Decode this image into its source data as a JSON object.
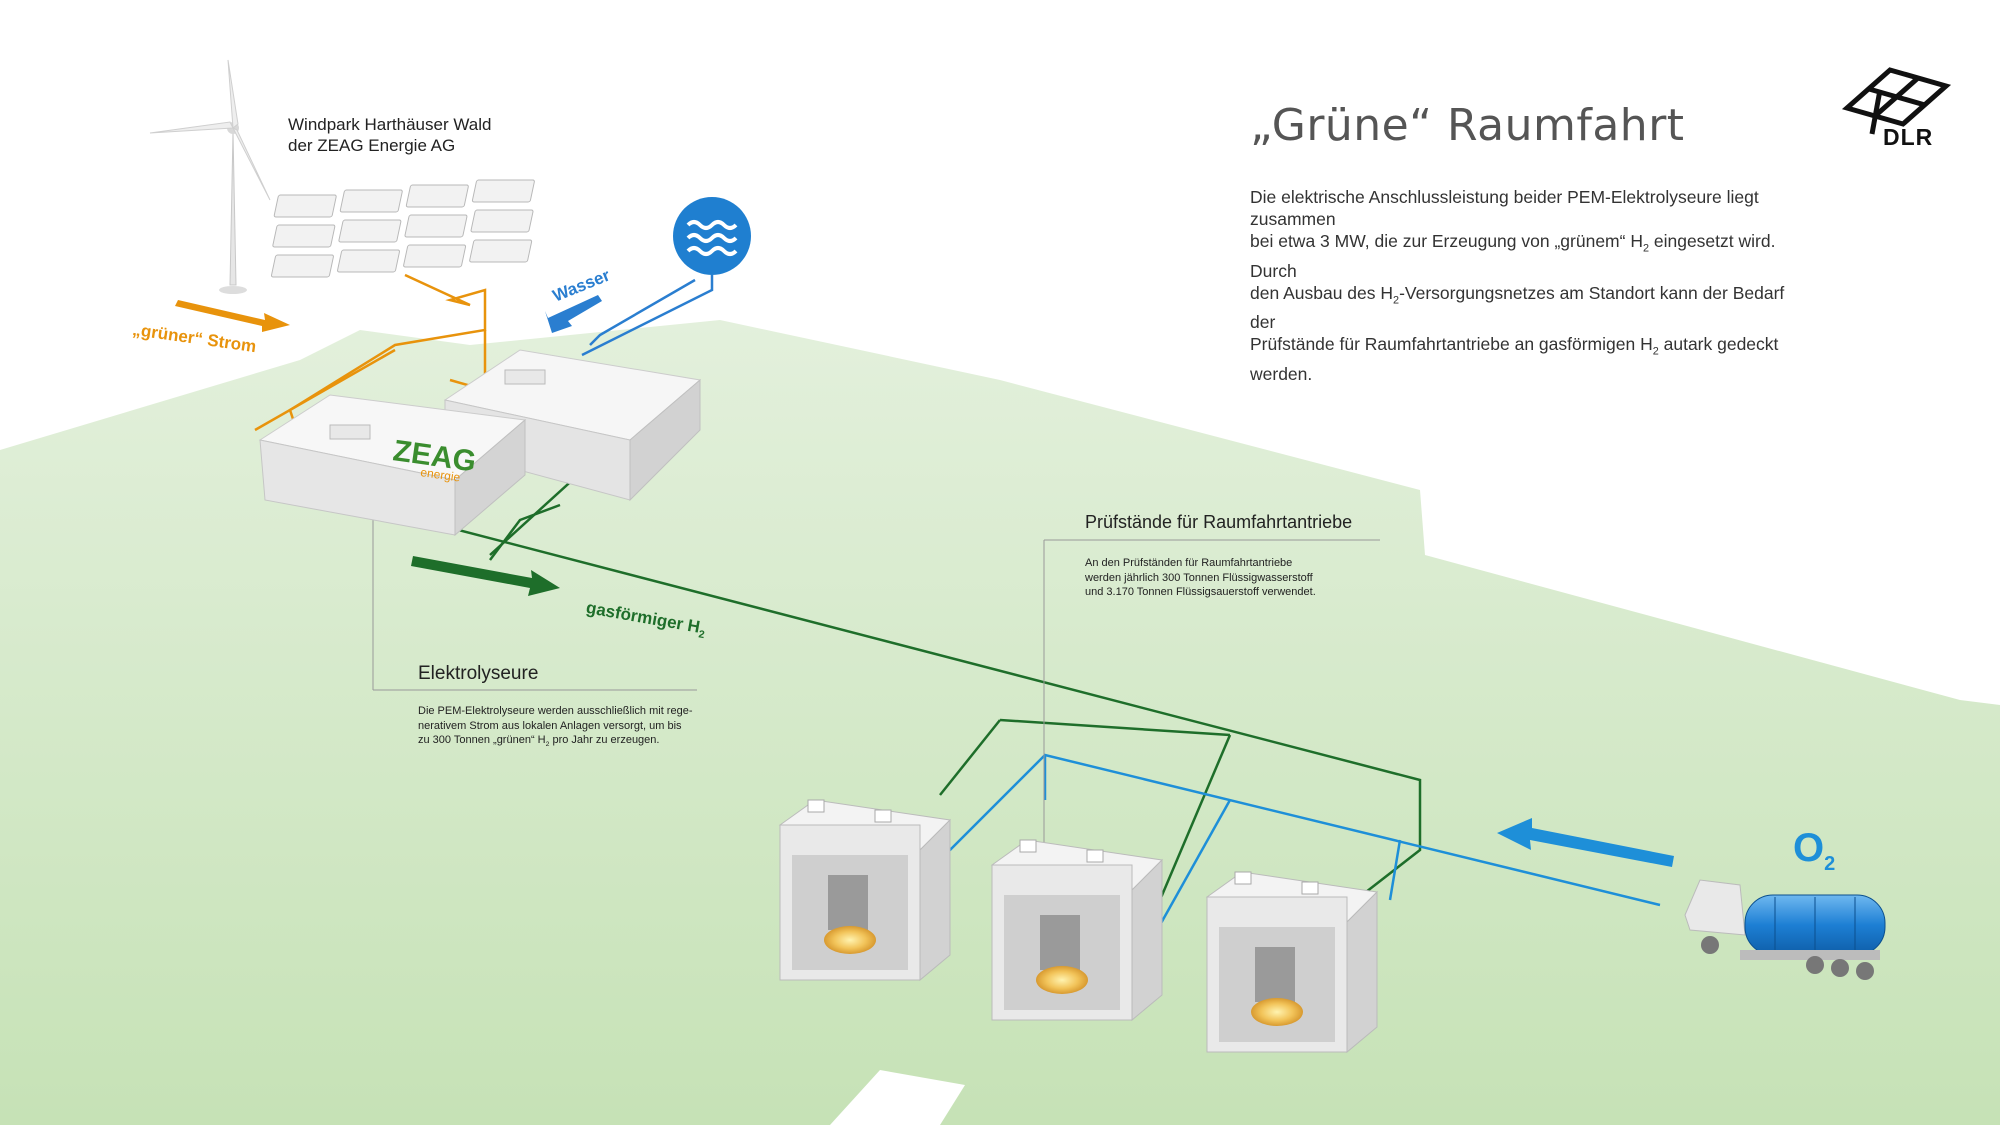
{
  "title": "„Grüne“ Raumfahrt",
  "intro": {
    "line1": "Die elektrische Anschlussleistung beider PEM-Elektrolyseure liegt zusammen",
    "line2_a": "bei etwa 3 MW, die zur Erzeugung von „grünem“ H",
    "line2_sub": "2",
    "line2_b": " eingesetzt wird. Durch",
    "line3_a": "den Ausbau des H",
    "line3_sub": "2",
    "line3_b": "-Versorgungsnetzes am Standort kann der Bedarf der",
    "line4_a": "Prüfstände für Raumfahrtantriebe an gasförmigen H",
    "line4_sub": "2",
    "line4_b": " autark gedeckt werden."
  },
  "logo": {
    "text": "DLR",
    "icon": "dlr-logo-icon"
  },
  "windpark": {
    "line1": "Windpark Harthäuser Wald",
    "line2": "der ZEAG Energie AG"
  },
  "flows": {
    "strom": "„grüner“ Strom",
    "wasser": "Wasser",
    "h2_a": "gasförmiger H",
    "h2_sub": "2",
    "o2_a": "O",
    "o2_sub": "2"
  },
  "building_brand": {
    "name": "ZEAG",
    "sub": "energie"
  },
  "elektrolyseure": {
    "heading": "Elektrolyseure",
    "line1": "Die PEM-Elektrolyseure werden ausschließlich mit rege-",
    "line2": "nerativem Strom aus lokalen Anlagen versorgt, um bis",
    "line3_a": "zu 300 Tonnen „grünen“ H",
    "line3_sub": "2",
    "line3_b": " pro Jahr zu erzeugen."
  },
  "pruefstaende": {
    "heading": "Prüfstände für Raumfahrtantriebe",
    "line1": "An den Prüfständen für Raumfahrtantriebe",
    "line2": "werden jährlich 300 Tonnen Flüssigwasserstoff",
    "line3": "und 3.170 Tonnen Flüssigsauerstoff verwendet."
  },
  "colors": {
    "ground": "#d2e8c6",
    "strom": "#e8930c",
    "wasser": "#2a7ed0",
    "h2": "#1e6e2a",
    "o2": "#1e8fd8"
  },
  "icons": [
    "wind-turbine-icon",
    "solar-panel-icon",
    "water-waves-icon",
    "electrolyser-building-icon",
    "test-stand-icon",
    "tank-truck-icon"
  ]
}
